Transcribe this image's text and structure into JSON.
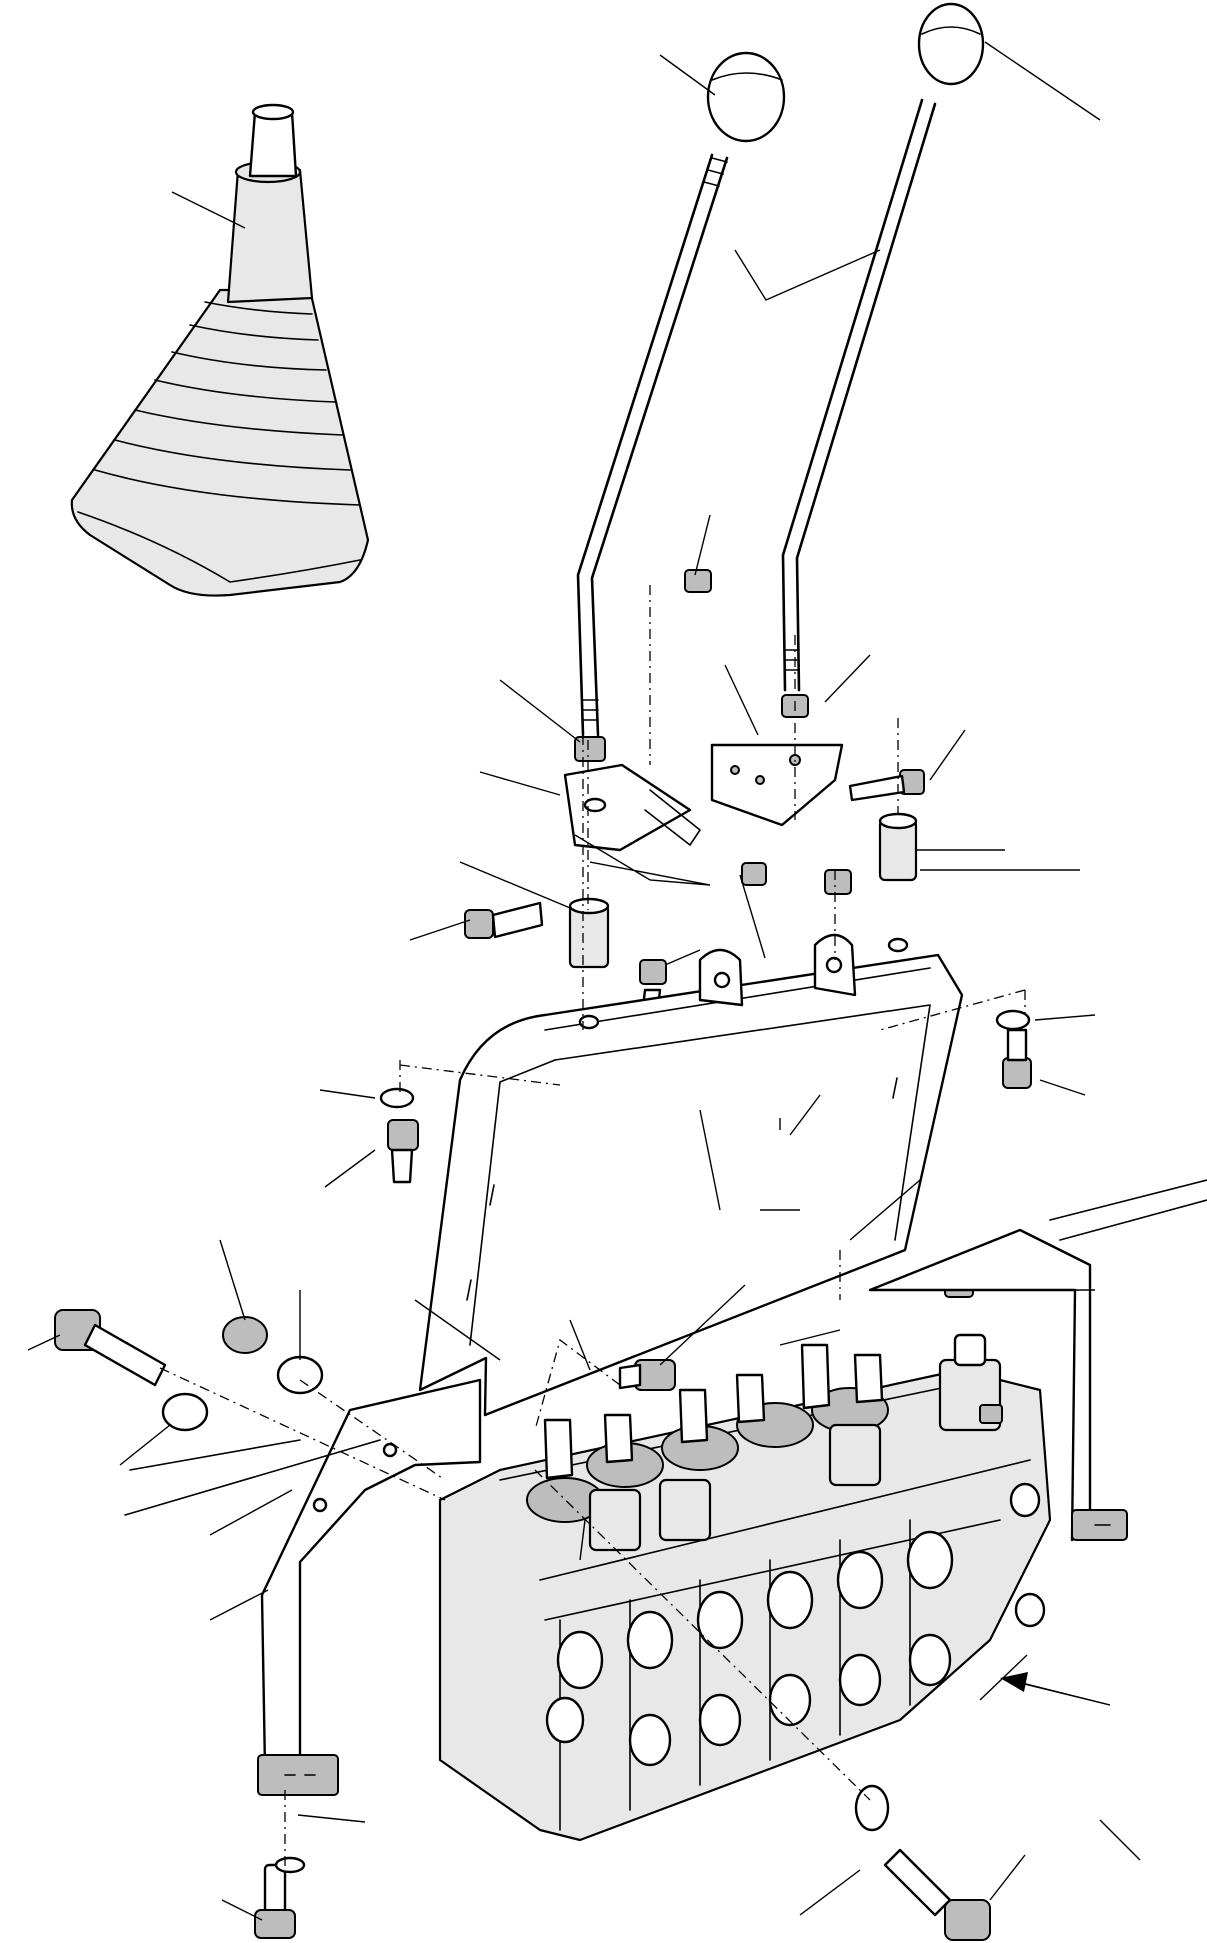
{
  "figure": {
    "text_labels": [],
    "colors": {
      "line": "#000000",
      "background": "#ffffff",
      "shade": "#bdbdbd",
      "light_fill": "#e8e8e8"
    }
  },
  "parts": [
    "rubber-gaiter",
    "control-knob-left",
    "control-knob-right",
    "control-lever-left",
    "control-lever-right",
    "mounting-frame",
    "control-valve-block",
    "end-plate"
  ],
  "leader_count": 34
}
